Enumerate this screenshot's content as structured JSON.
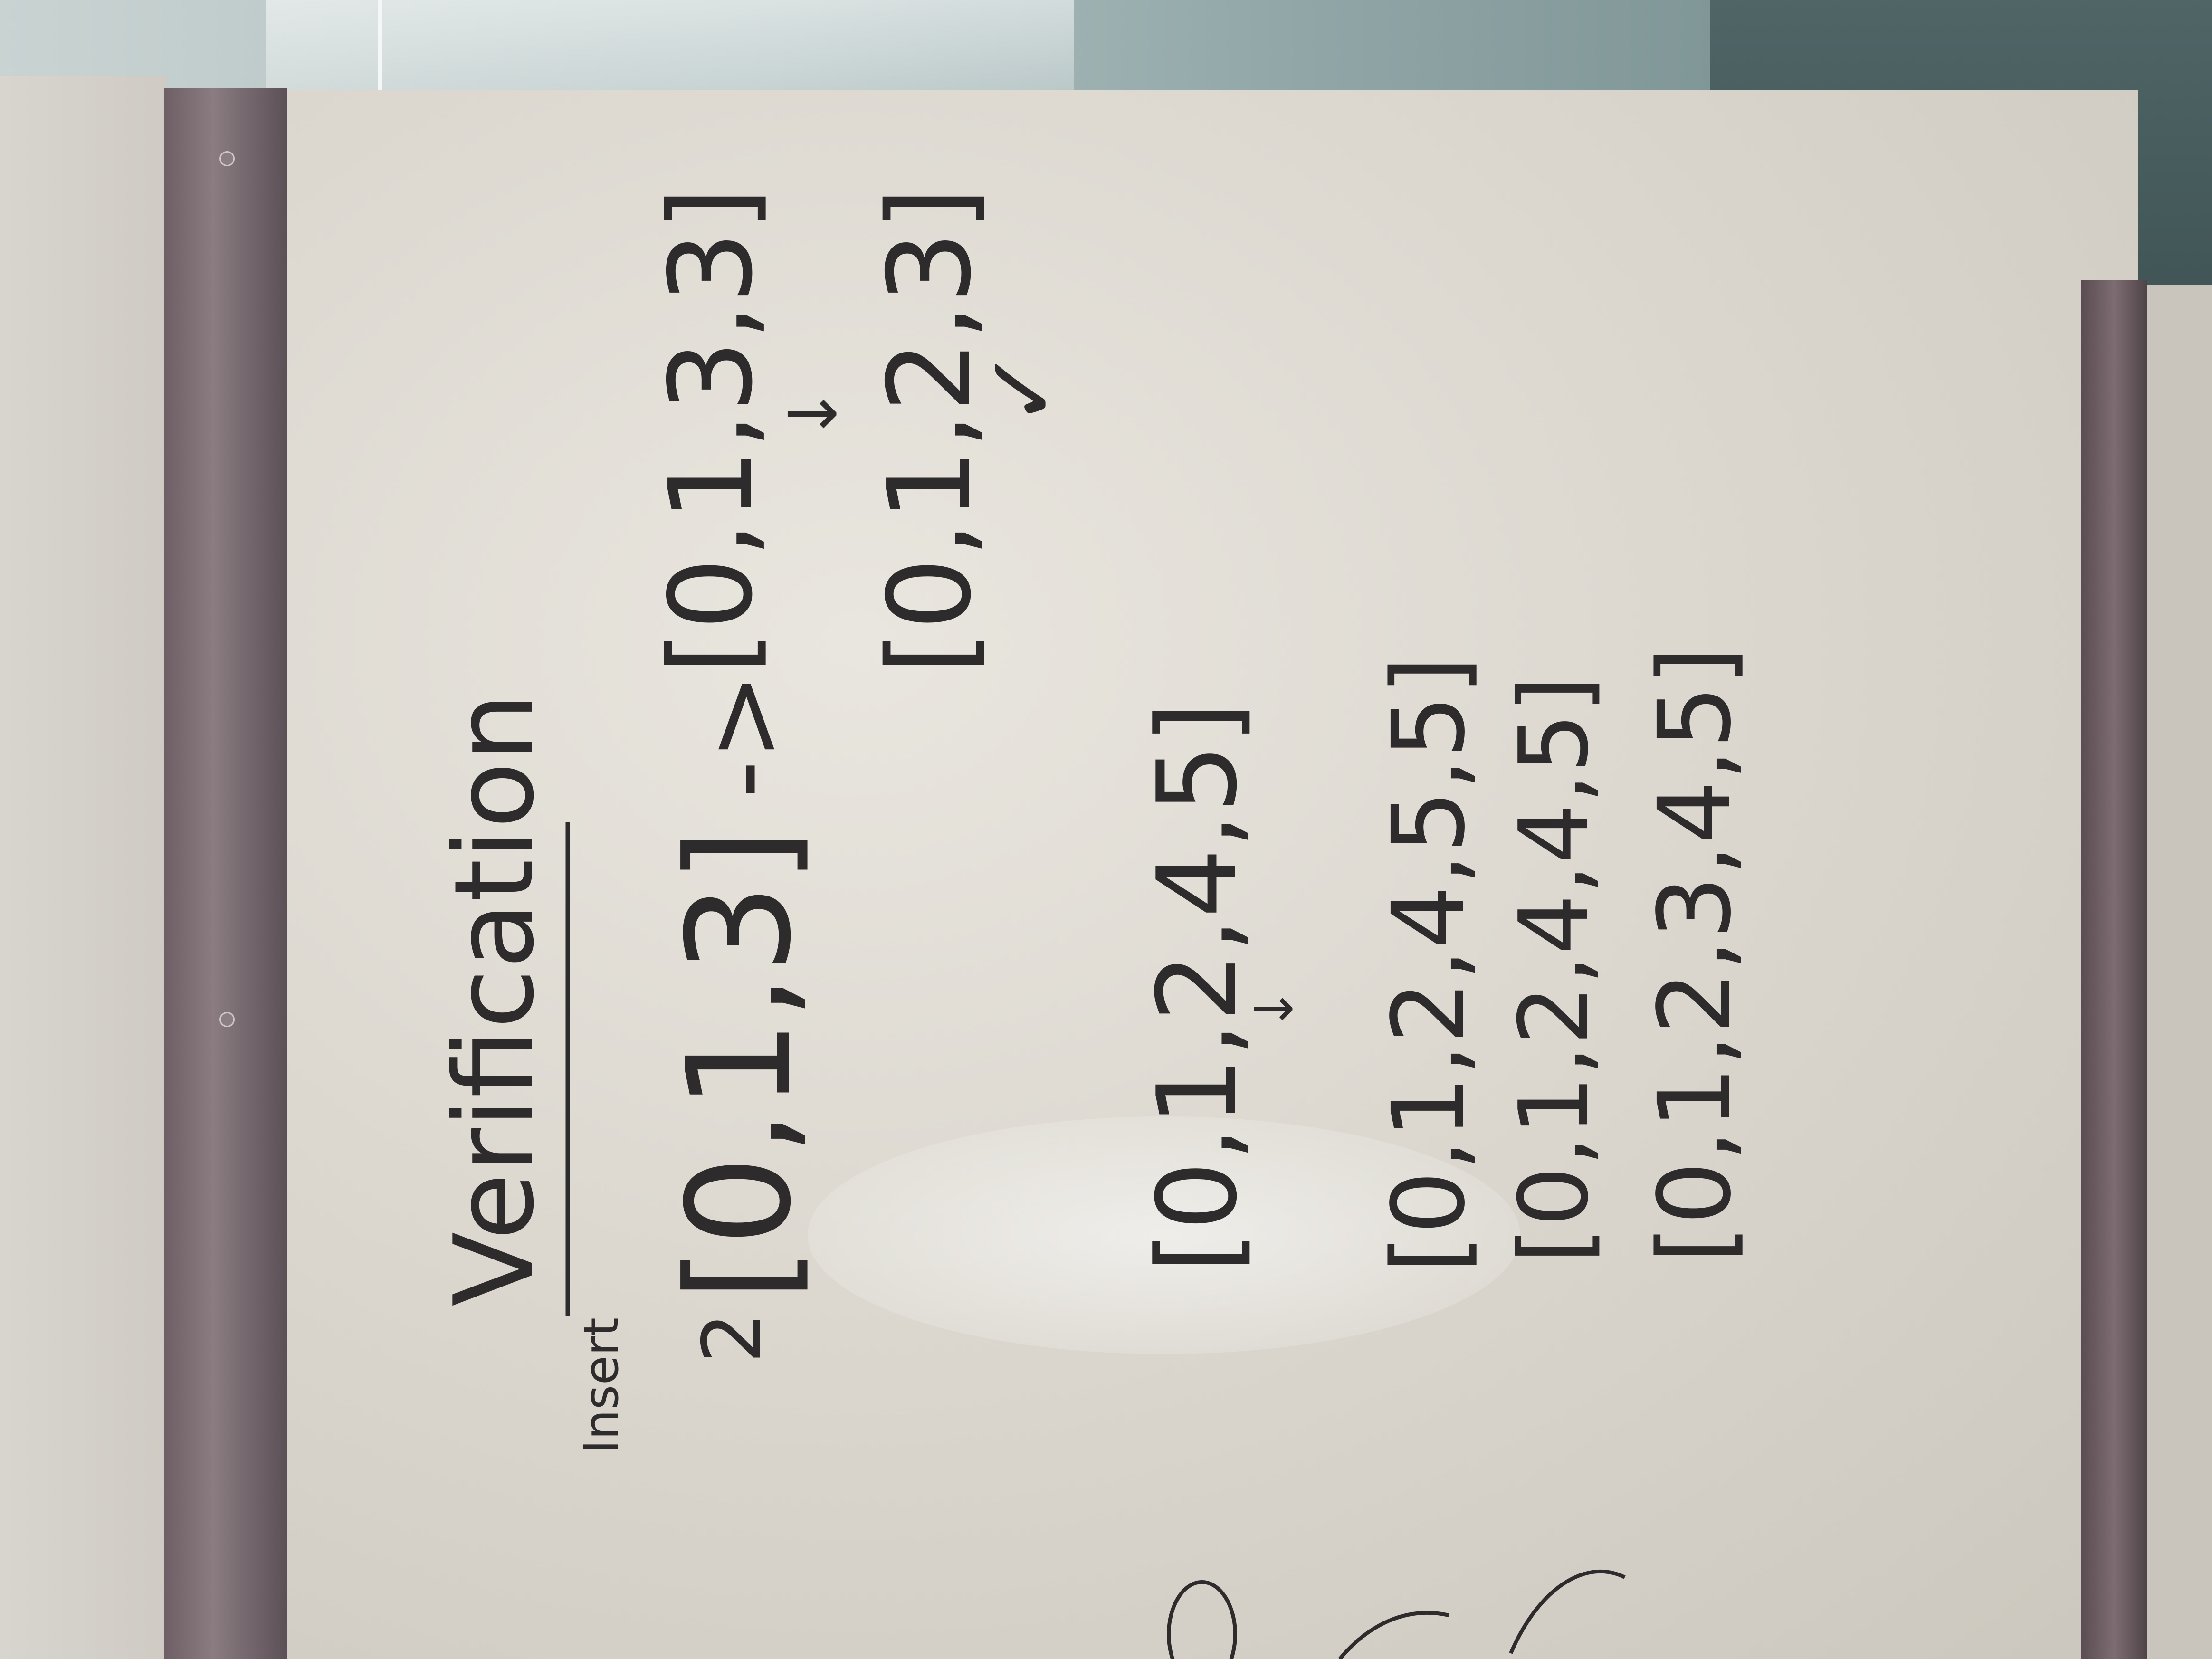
{
  "board": {
    "title": "Verification",
    "insert_label": "Insert",
    "insert_value": "2",
    "example1": {
      "start": "[0,1,3]",
      "arrow": "->",
      "mid": "[0,1,3,3]",
      "down_arrow": "↓",
      "end": "[0,1,2,3]",
      "check": "✓"
    },
    "example2": {
      "row1": "[0,1,2,4,5]",
      "down_arrow": "↓",
      "row2": "[0,1,2,4,5,5]",
      "row3": "[0,1,2,4,4,5]",
      "row4": "[0,1,2,3,4,5]"
    }
  },
  "colors": {
    "ink": "#2e2b2c",
    "board": "#e2dfd8",
    "frame": "#7a6b70"
  }
}
